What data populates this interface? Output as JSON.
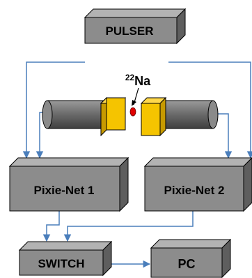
{
  "boxes": {
    "pulser": "PULSER",
    "pixie1": "Pixie-Net 1",
    "pixie2": "Pixie-Net 2",
    "switch": "SWITCH",
    "pc": "PC"
  },
  "source": {
    "mass_number": "22",
    "element": "Na"
  },
  "colors": {
    "box_front": "#8c8c8c",
    "box_top": "#b3b3b3",
    "box_side": "#5e5e5e",
    "wire": "#4a7ebb",
    "crystal": "#f5c400",
    "source_dot": "#e00000",
    "pmt": "#6e6e6e"
  }
}
